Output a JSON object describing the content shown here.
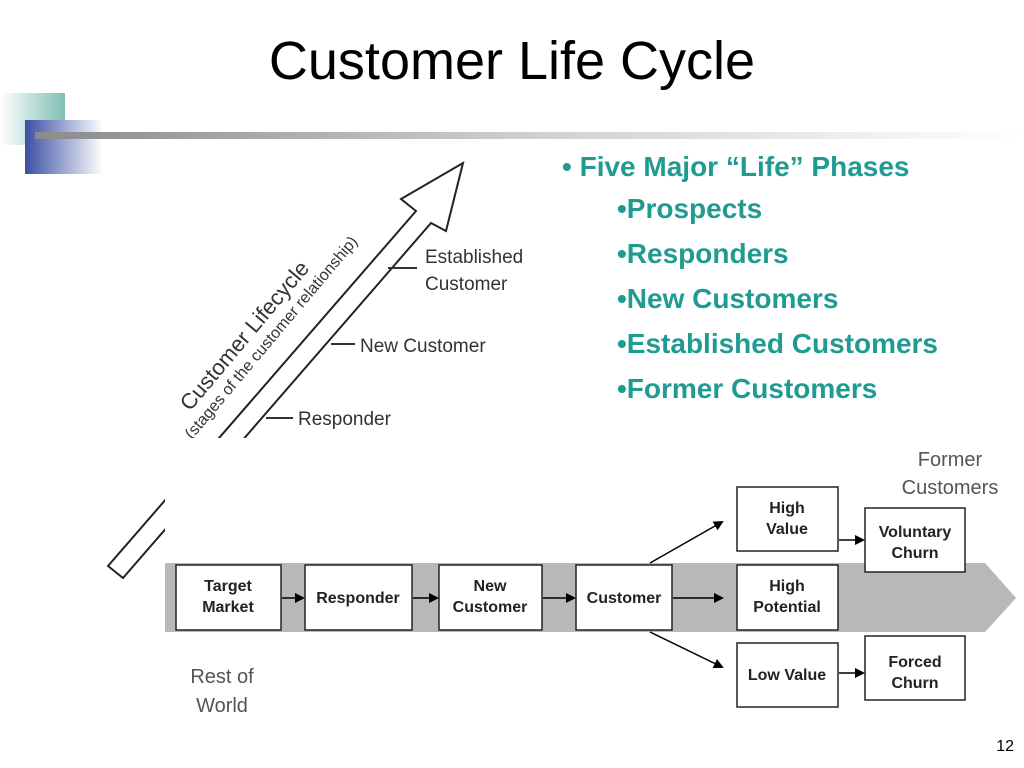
{
  "slide": {
    "title": "Customer Life Cycle",
    "page_number": "12"
  },
  "bullets": {
    "heading": "Five Major “Life” Phases",
    "heading_marker": "•",
    "items": [
      "•Prospects",
      "•Responders",
      "•New Customers",
      "•Established Customers",
      "•Former Customers"
    ]
  },
  "lifecycle_arrow": {
    "title": "Customer Lifecycle",
    "subtitle": "(stages of the customer relationship)",
    "stages": {
      "established_1": "Established",
      "established_2": "Customer",
      "new_customer": "New Customer",
      "responder": "Responder"
    }
  },
  "flow": {
    "target_market_1": "Target",
    "target_market_2": "Market",
    "responder": "Responder",
    "new_customer_1": "New",
    "new_customer_2": "Customer",
    "customer": "Customer",
    "high_value_1": "High",
    "high_value_2": "Value",
    "high_potential_1": "High",
    "high_potential_2": "Potential",
    "low_value": "Low Value",
    "voluntary_churn_1": "Voluntary",
    "voluntary_churn_2": "Churn",
    "forced_churn_1": "Forced",
    "forced_churn_2": "Churn",
    "former_customers_1": "Former",
    "former_customers_2": "Customers",
    "rest_of_world_1": "Rest of",
    "rest_of_world_2": "World"
  },
  "colors": {
    "accent_teal": "#1f9b91",
    "deco_teal": "#7fbfb5",
    "deco_blue": "#3b4fa3",
    "band_gray": "#b8b8b8"
  }
}
